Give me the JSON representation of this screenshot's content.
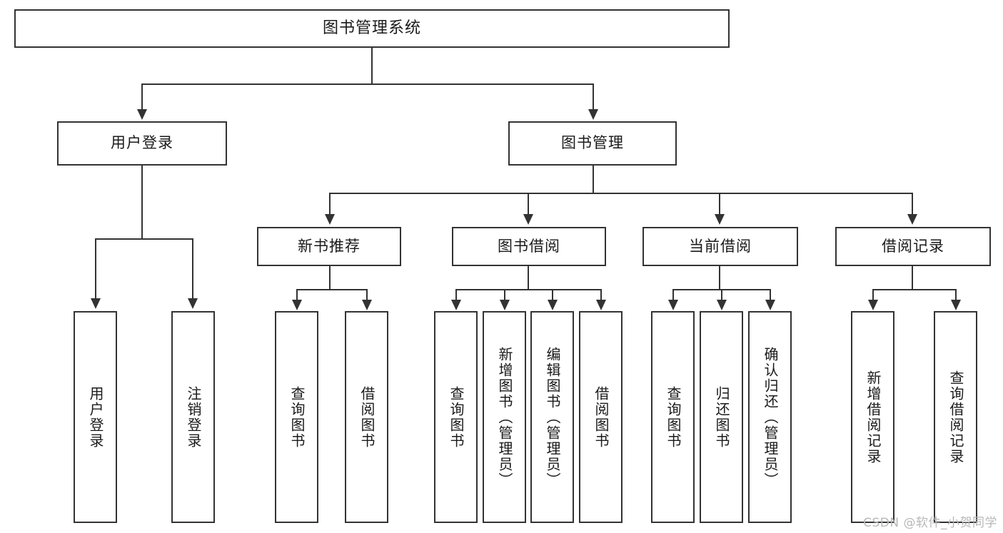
{
  "diagram": {
    "title": "图书管理系统",
    "type": "tree-hierarchy",
    "root": {
      "label": "图书管理系统"
    },
    "level2": [
      {
        "label": "用户登录"
      },
      {
        "label": "图书管理"
      }
    ],
    "level3": [
      {
        "label": "新书推荐"
      },
      {
        "label": "图书借阅"
      },
      {
        "label": "当前借阅"
      },
      {
        "label": "借阅记录"
      }
    ],
    "leaves": {
      "user_login": [
        {
          "label": "用户登录"
        },
        {
          "label": "注销登录"
        }
      ],
      "new_book_recommend": [
        {
          "label": "查询图书"
        },
        {
          "label": "借阅图书"
        }
      ],
      "book_borrow": [
        {
          "label": "查询图书"
        },
        {
          "label": "新增图书（管理员）"
        },
        {
          "label": "编辑图书（管理员）"
        },
        {
          "label": "借阅图书"
        }
      ],
      "current_borrow": [
        {
          "label": "查询图书"
        },
        {
          "label": "归还图书"
        },
        {
          "label": "确认归还（管理员）"
        }
      ],
      "borrow_record": [
        {
          "label": "新增借阅记录"
        },
        {
          "label": "查询借阅记录"
        }
      ]
    }
  },
  "watermark": {
    "text": "CSDN @软件_小贺同学"
  },
  "colors": {
    "stroke": "#333333",
    "text": "#1a1a1a",
    "background": "#ffffff",
    "watermark": "#b8b8b8"
  }
}
